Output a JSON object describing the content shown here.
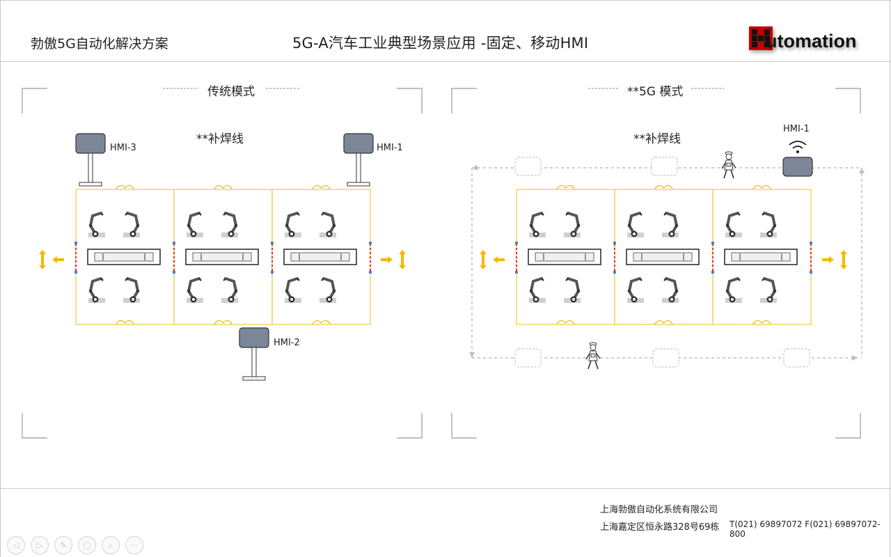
{
  "header": {
    "left_title": "勃傲5G自动化解决方案",
    "main_title": "5G-A汽车工业典型场景应用 -固定、移动HMI",
    "logo_text": "utomation"
  },
  "panels": {
    "traditional": {
      "title": "传统模式",
      "line_label": "**补焊线",
      "hmi": [
        "HMI-3",
        "HMI-1",
        "HMI-2"
      ]
    },
    "fiveg": {
      "title": "**5G 模式",
      "line_label": "**补焊线",
      "hmi": [
        "HMI-1"
      ]
    }
  },
  "footer": {
    "company": "上海勃傲自动化系统有限公司",
    "address": "上海嘉定区恒永路328号69栋",
    "contact": "T(021) 69897072  F(021) 69897072-800"
  },
  "nav": {
    "icons": [
      "prev-icon",
      "next-icon",
      "pen-icon",
      "slides-icon",
      "zoom-icon",
      "more-icon"
    ],
    "glyphs": [
      "◁",
      "▷",
      "✎",
      "▢",
      "⌕",
      "⋯"
    ]
  },
  "colors": {
    "cell_border": "#f2c94c",
    "arrow": "#f5b800",
    "hmi_fill": "#7b8799",
    "robot": "#555555"
  }
}
